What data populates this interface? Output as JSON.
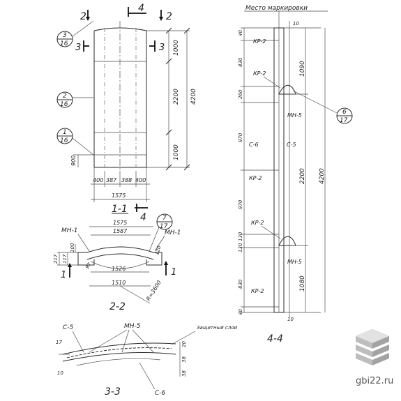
{
  "colors": {
    "ink": "#222222",
    "paper": "#ffffff",
    "logo_light": "#dcdcdc",
    "logo_mid": "#b4b4b4",
    "logo_dark": "#8a8a8a"
  },
  "top_view": {
    "cut_2_left": "2",
    "cut_4": "4",
    "cut_2_right": "2",
    "cut_3_left": "3",
    "cut_3_right": "3",
    "callout_top": {
      "num": "3",
      "sheet": "16"
    },
    "callout_mid": {
      "num": "2",
      "sheet": "16"
    },
    "callout_bottom": {
      "num": "1",
      "sheet": "16"
    },
    "dim_right_top": "1000",
    "dim_right_mid": "2200",
    "dim_right_bottom": "1000",
    "dim_total": "4200",
    "dim_900": "900",
    "dim_400_l": "400",
    "dim_387": "387",
    "dim_388": "388",
    "dim_400_r": "400",
    "dim_width": "1575"
  },
  "section_1_1": {
    "title": "1-1",
    "cut_4": "4",
    "dim_1575": "1575",
    "dim_1587": "1587",
    "label_mn1_left": "МН-1",
    "label_mn1_right": "МН-1",
    "callout": {
      "num": "7",
      "sheet": "17"
    },
    "dim_100": "100",
    "dim_117": "117",
    "dim_217": "217",
    "dim_97": "97",
    "dim_120": "120",
    "dim_1526": "1526",
    "dim_1510": "1510",
    "radius": "R=3600",
    "cut_1_left": "1",
    "cut_1_right": "1"
  },
  "section_2_2": {
    "title": "2-2"
  },
  "section_3_3": {
    "title": "3-3",
    "label_c5": "С-5",
    "label_mn5": "МН-5",
    "label_c6": "С-6",
    "protective_layer": "Защитный слой",
    "dim_17": "17",
    "dim_10": "10",
    "dim_20": "20",
    "dim_38_top": "38",
    "dim_38_bottom": "38"
  },
  "section_4_4": {
    "title": "4-4",
    "marking_place": "Место маркировки",
    "callout": {
      "num": "6",
      "sheet": "17"
    },
    "label_kr2_1": "КР-2",
    "label_kr2_2": "КР-2",
    "label_kr2_3": "КР-2",
    "label_kr2_4": "КР-2",
    "label_kr2_5": "КР-2",
    "label_mn5_1": "МН-5",
    "label_mn5_2": "МН-5",
    "label_c6": "С-6",
    "label_c5": "С-5",
    "dim_40_top": "40",
    "dim_830_top": "830",
    "dim_260": "260",
    "dim_970_1": "970",
    "dim_970_2": "970",
    "dim_130_1": "130",
    "dim_130_2": "130",
    "dim_830_bottom": "830",
    "dim_40_bottom": "40",
    "dim_1090": "1090",
    "dim_2200": "2200",
    "dim_1080": "1080",
    "dim_4200": "4200",
    "dim_10_top": "10",
    "dim_10_bottom": "10"
  },
  "watermark": {
    "site": "gbi22.ru"
  }
}
